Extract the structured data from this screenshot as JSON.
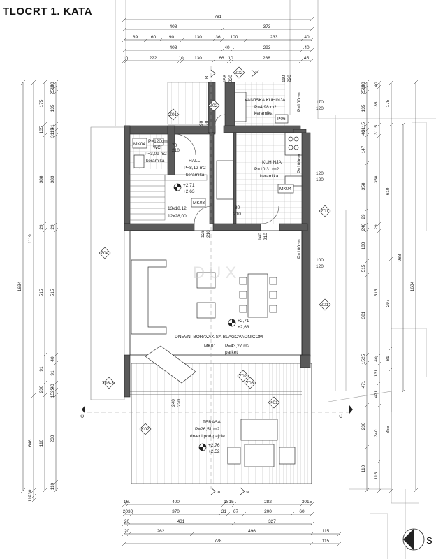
{
  "title": "TLOCRT 1. KATA",
  "watermark": "DUX",
  "rooms": {
    "vanjska_kuhinja": {
      "name": "VANJSKA KUHINJA",
      "area": "P=4,98 m2",
      "floor": "keramika"
    },
    "wc": {
      "name": "WC",
      "area": "P=3,09 m2",
      "floor": "keramika",
      "door_h": "P=120cm",
      "door_dims": "70",
      "door_dims2": "210"
    },
    "hall": {
      "name": "HALL",
      "area": "P=8,12 m2",
      "floor": "keramika"
    },
    "kuhinja": {
      "name": "KUHINJA",
      "area": "P=10,31 m2",
      "floor": "keramika"
    },
    "dnevni": {
      "name": "DNEVNI BORAVAK SA BLAGOVAONICOM",
      "code": "MK01",
      "area": "P=43,27 m2",
      "floor": "parket"
    },
    "terasa": {
      "name": "TERASA",
      "area": "P=26,51 m2",
      "floor": "drveni pod-pajole"
    }
  },
  "levels": {
    "hall_a": "+2,71",
    "hall_b": "+2,63",
    "dnevni_a": "+2,71",
    "dnevni_b": "+2,63",
    "terasa_a": "+2,76",
    "terasa_b": "+2,52"
  },
  "stairs": {
    "steps_a": "13x18,12",
    "steps_b": "12x28,00"
  },
  "tags": {
    "z01": "Z01",
    "z02": "Z02",
    "z03": "Z03",
    "z04": "Z04",
    "z0303": "Z03-3",
    "mk03": "MK03",
    "mk04": "MK04",
    "mk04b": "MK04",
    "p06": "P06",
    "k01": "K01",
    "k02": "K02"
  },
  "openings": {
    "p100a": "P=100cm",
    "p100b": "P=100cm",
    "p100c": "P=100cm",
    "d80": "80",
    "d210": "210",
    "d125": "125",
    "d210b": "210",
    "d140": "140",
    "d210c": "210",
    "d90": "90",
    "d70": "70",
    "d158": "158",
    "d220": "220",
    "d110": "110",
    "d220b": "220",
    "d240": "240",
    "d220c": "220",
    "d170": "170",
    "d120": "120",
    "d120b": "120",
    "d120c": "120",
    "d100": "100",
    "d120d": "120"
  },
  "sections": {
    "a": "A",
    "b": "B",
    "c": "C"
  },
  "compass": "S",
  "dims_top": {
    "r1": [
      "781"
    ],
    "r2": [
      "408",
      "373"
    ],
    "r3": [
      "89",
      "60",
      "90",
      "130",
      "36",
      "100",
      "233",
      "40"
    ],
    "r4": [
      "408",
      "40",
      "293",
      "40"
    ],
    "r5": [
      "10",
      "222",
      "10",
      "130",
      "66",
      "10",
      "288",
      "45"
    ]
  },
  "dims_bottom": {
    "r1": [
      "16",
      "400",
      "1815",
      "282",
      "3015"
    ],
    "r2": [
      "2030",
      "370",
      "31",
      "67",
      "200",
      "60"
    ],
    "r3": [
      "20",
      "431",
      "327"
    ],
    "r4": [
      "20",
      "262",
      "496",
      "115"
    ],
    "r5": [
      "778",
      "115"
    ]
  },
  "dims_left": {
    "c1": [
      "40",
      "2515",
      "135",
      "41",
      "3115",
      "383",
      "29",
      "515",
      "40",
      "91",
      "40",
      "1525",
      "230",
      "110"
    ],
    "c2": [
      "175",
      "135",
      "388",
      "29",
      "515",
      "91",
      "230",
      "110"
    ],
    "c3": [
      "1119",
      "646",
      "230",
      "110"
    ],
    "c4": [
      "1634"
    ]
  },
  "dims_right": {
    "c1": [
      "40",
      "2515",
      "135",
      "3115",
      "46",
      "147",
      "358",
      "29",
      "240",
      "100",
      "515",
      "381",
      "1525",
      "471",
      "230",
      "110"
    ],
    "c2": [
      "40",
      "135",
      "3115",
      "358",
      "29",
      "515",
      "40",
      "131",
      "471",
      "340",
      "115"
    ],
    "c3": [
      "175",
      "610",
      "297",
      "81",
      "355"
    ],
    "c4": [
      "988"
    ],
    "c5": [
      "1634"
    ]
  }
}
